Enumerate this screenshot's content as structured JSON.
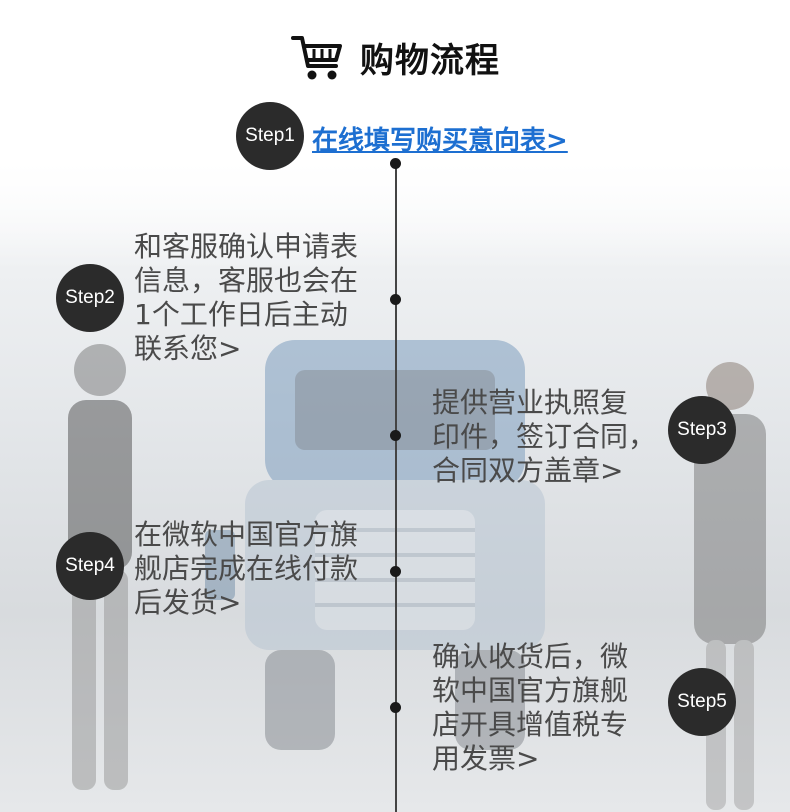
{
  "header": {
    "title": "购物流程",
    "icon": "shopping-cart-icon"
  },
  "steps": [
    {
      "badge": "Step1",
      "text": "在线填写购买意向表>"
    },
    {
      "badge": "Step2",
      "lines": [
        "和客服确认申请表",
        "信息，客服也会在",
        "1个工作日后主动",
        "联系您>"
      ]
    },
    {
      "badge": "Step3",
      "lines": [
        "提供营业执照复",
        "印件，签订合同，",
        "合同双方盖章>"
      ]
    },
    {
      "badge": "Step4",
      "lines": [
        "在微软中国官方旗",
        "舰店完成在线付款",
        "后发货>"
      ]
    },
    {
      "badge": "Step5",
      "lines": [
        "确认收货后，微",
        "软中国官方旗舰",
        "店开具增值税专",
        "用发票>"
      ]
    }
  ],
  "colors": {
    "link": "#1d6fd1",
    "badge": "#2b2b2b",
    "text": "#4a4a4a"
  }
}
